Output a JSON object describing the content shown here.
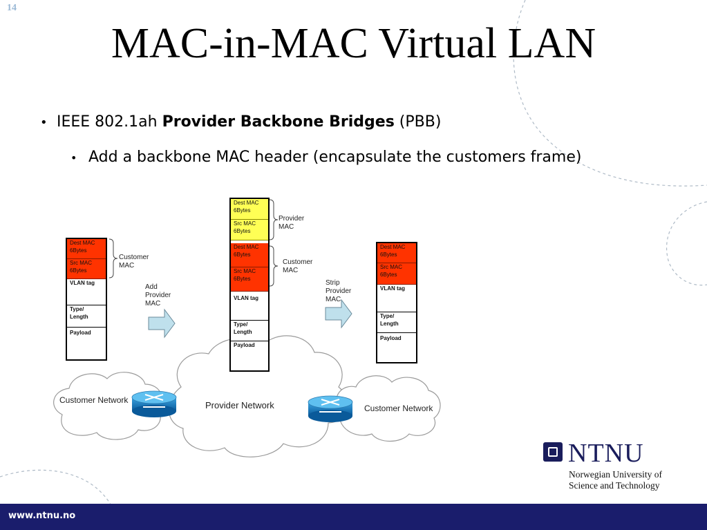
{
  "slide": {
    "number": "14",
    "title": "MAC-in-MAC Virtual LAN",
    "bullet1": {
      "prefix": "IEEE 802.1ah ",
      "bold": "Provider Backbone Bridges",
      "suffix": " (PBB)"
    },
    "bullet2": "Add a backbone MAC header (encapsulate the customers frame)"
  },
  "diagram": {
    "frame_left": {
      "fields": [
        {
          "line1": "Dest MAC",
          "line2": "6Bytes",
          "color": "red"
        },
        {
          "line1": "Src MAC",
          "line2": "6Bytes",
          "color": "red"
        },
        {
          "line1": "VLAN tag",
          "color": "white"
        },
        {
          "line1": "Type/",
          "line2": "Length",
          "color": "white"
        },
        {
          "line1": "Payload",
          "color": "payload"
        }
      ],
      "brace_label": [
        "Customer",
        "MAC"
      ]
    },
    "arrow_add_label": [
      "Add",
      "Provider",
      "MAC"
    ],
    "frame_middle": {
      "fields": [
        {
          "line1": "Dest MAC",
          "line2": "6Bytes",
          "color": "yellow"
        },
        {
          "line1": "Src MAC",
          "line2": "6Bytes",
          "color": "yellow"
        },
        {
          "line1": "Dest MAC",
          "line2": "6Bytes",
          "color": "red"
        },
        {
          "line1": "Src MAC",
          "line2": "6Bytes",
          "color": "red"
        },
        {
          "line1": "VLAN tag",
          "color": "white"
        },
        {
          "line1": "Type/",
          "line2": "Length",
          "color": "white"
        },
        {
          "line1": "Payload",
          "color": "payload"
        }
      ],
      "provider_brace_label": [
        "Provider",
        "MAC"
      ],
      "customer_brace_label": [
        "Customer",
        "MAC"
      ]
    },
    "arrow_strip_label": [
      "Strip",
      "Provider",
      "MAC"
    ],
    "frame_right": {
      "fields": [
        {
          "line1": "Dest MAC",
          "line2": "6Bytes",
          "color": "red"
        },
        {
          "line1": "Src MAC",
          "line2": "6Bytes",
          "color": "red"
        },
        {
          "line1": "VLAN tag",
          "color": "white"
        },
        {
          "line1": "Type/",
          "line2": "Length",
          "color": "white"
        },
        {
          "line1": "Payload",
          "color": "payload"
        }
      ]
    },
    "networks": {
      "left": "Customer Network",
      "center": "Provider Network",
      "right": "Customer Network"
    }
  },
  "branding": {
    "logo_text": "NTNU",
    "subtitle_line1": "Norwegian University of",
    "subtitle_line2": "Science and Technology",
    "footer_url": "www.ntnu.no",
    "colors": {
      "navy": "#1a1d6c",
      "red_field": "#ff3300",
      "yellow_field": "#ffff55",
      "arrow_fill": "#bfe0ec"
    }
  }
}
